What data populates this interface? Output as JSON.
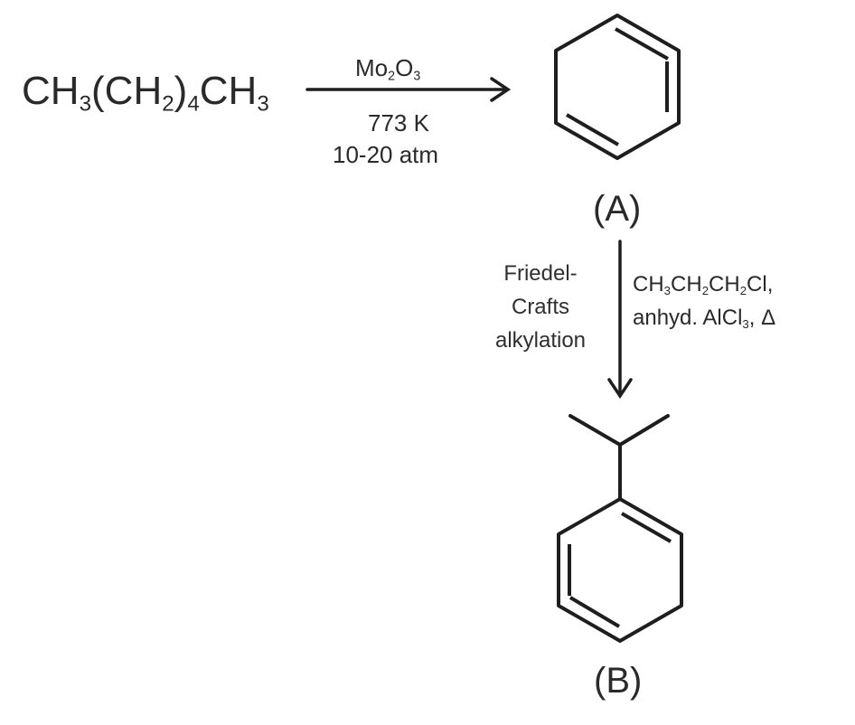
{
  "reactant": {
    "main": "CH",
    "s1": "3",
    "mid1": "(CH",
    "s2": "2",
    "mid2": ")",
    "s3": "4",
    "end": "CH",
    "s4": "3"
  },
  "step1": {
    "catalyst_main": "Mo",
    "catalyst_s1": "2",
    "catalyst_mid": "O",
    "catalyst_s2": "3",
    "temperature": "773 K",
    "pressure": "10-20 atm"
  },
  "product_a": {
    "label": "(A)"
  },
  "step2": {
    "name_lines": [
      "Friedel-",
      "Crafts",
      "alkylation"
    ],
    "reagent_line1": {
      "a": "CH",
      "s1": "3",
      "b": "CH",
      "s2": "2",
      "c": "CH",
      "s3": "2",
      "d": "Cl,"
    },
    "reagent_line2": {
      "a": "anhyd. AlCl",
      "s1": "3",
      "b": ", Δ"
    }
  },
  "product_b": {
    "label": "(B)"
  },
  "colors": {
    "ink": "#1e1e1e",
    "background": "#ffffff"
  }
}
